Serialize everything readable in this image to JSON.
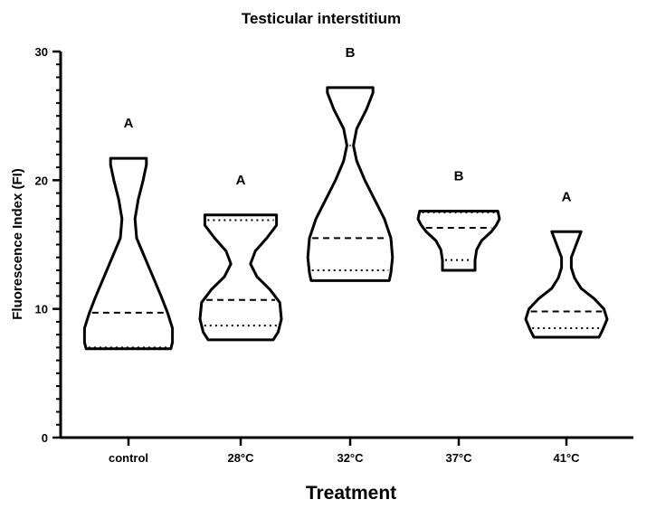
{
  "chart_data": {
    "type": "violin",
    "title": "Testicular interstitium",
    "xlabel": "Treatment",
    "ylabel": "Fluorescence Index (FI)",
    "ylim": [
      0,
      30
    ],
    "yticks": [
      0,
      10,
      20,
      30
    ],
    "yticks_minor_step": 1,
    "grid": false,
    "legend": "none",
    "categories": [
      "control",
      "28°C",
      "32°C",
      "37°C",
      "41°C"
    ],
    "groups": [
      {
        "category": "control",
        "significance": "A",
        "min": 6.9,
        "max": 21.7,
        "median": 9.7,
        "quartile_low": 7.0,
        "quartile_high": null,
        "profile": [
          [
            6.9,
            0.26
          ],
          [
            7.4,
            0.27
          ],
          [
            8.5,
            0.27
          ],
          [
            9.7,
            0.24
          ],
          [
            11,
            0.2
          ],
          [
            12.5,
            0.15
          ],
          [
            14,
            0.1
          ],
          [
            15.5,
            0.05
          ],
          [
            17,
            0.04
          ],
          [
            18.5,
            0.06
          ],
          [
            20,
            0.09
          ],
          [
            21.2,
            0.11
          ],
          [
            21.7,
            0.11
          ]
        ]
      },
      {
        "category": "28°C",
        "significance": "A",
        "min": 7.6,
        "max": 17.3,
        "median": 10.7,
        "quartile_low": 8.7,
        "quartile_high": 16.9,
        "profile": [
          [
            7.6,
            0.2
          ],
          [
            8.2,
            0.23
          ],
          [
            9.2,
            0.25
          ],
          [
            10.5,
            0.24
          ],
          [
            11.5,
            0.18
          ],
          [
            12.5,
            0.1
          ],
          [
            13.5,
            0.06
          ],
          [
            14.5,
            0.09
          ],
          [
            15.5,
            0.16
          ],
          [
            16.5,
            0.22
          ],
          [
            17.3,
            0.22
          ]
        ]
      },
      {
        "category": "32°C",
        "significance": "B",
        "min": 12.2,
        "max": 27.2,
        "median": 15.5,
        "quartile_low": 13.0,
        "quartile_high": 22.7,
        "profile": [
          [
            12.2,
            0.24
          ],
          [
            12.8,
            0.25
          ],
          [
            14,
            0.26
          ],
          [
            15.5,
            0.25
          ],
          [
            17,
            0.21
          ],
          [
            18.5,
            0.15
          ],
          [
            20,
            0.09
          ],
          [
            21.5,
            0.04
          ],
          [
            22.7,
            0.02
          ],
          [
            24,
            0.04
          ],
          [
            25.5,
            0.1
          ],
          [
            26.8,
            0.14
          ],
          [
            27.2,
            0.14
          ]
        ]
      },
      {
        "category": "37°C",
        "significance": "B",
        "min": 13.0,
        "max": 17.6,
        "median": 16.3,
        "quartile_low": 13.8,
        "quartile_high": 17.5,
        "profile": [
          [
            13.0,
            0.1
          ],
          [
            13.8,
            0.1
          ],
          [
            14.6,
            0.11
          ],
          [
            15.3,
            0.14
          ],
          [
            16,
            0.2
          ],
          [
            16.5,
            0.23
          ],
          [
            17,
            0.25
          ],
          [
            17.6,
            0.24
          ]
        ]
      },
      {
        "category": "41°C",
        "significance": "A",
        "min": 7.8,
        "max": 16.0,
        "median": 9.8,
        "quartile_low": 8.5,
        "quartile_high": null,
        "profile": [
          [
            7.8,
            0.2
          ],
          [
            8.3,
            0.22
          ],
          [
            9.2,
            0.25
          ],
          [
            10,
            0.23
          ],
          [
            10.8,
            0.17
          ],
          [
            11.6,
            0.09
          ],
          [
            12.4,
            0.05
          ],
          [
            13.2,
            0.03
          ],
          [
            14,
            0.03
          ],
          [
            15,
            0.06
          ],
          [
            16,
            0.09
          ]
        ]
      }
    ]
  }
}
